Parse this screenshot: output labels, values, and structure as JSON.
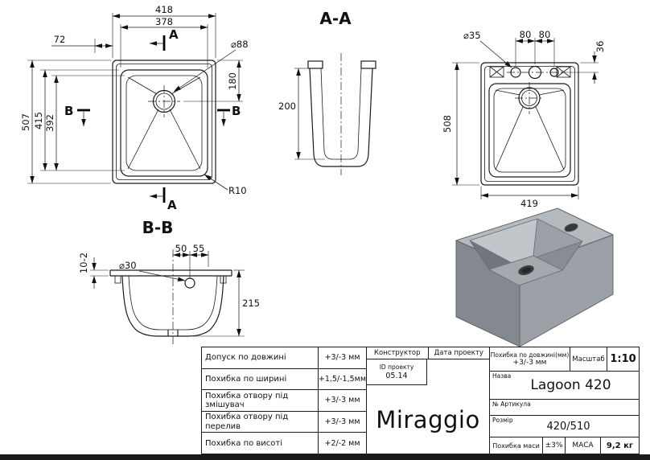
{
  "colors": {
    "line": "#1a1a1a",
    "render_light": "#b5babe",
    "render_mid": "#9ba1a6",
    "render_dark": "#83898e",
    "drain_dark": "#3a3f43"
  },
  "views": {
    "top": {
      "dim_418": "418",
      "dim_378": "378",
      "dim_72": "72",
      "dia_drain": "⌀88",
      "dim_180": "180",
      "dim_507": "507",
      "dim_415": "415",
      "dim_392": "392",
      "radius": "R10",
      "marker_a": "A",
      "marker_b": "B"
    },
    "aa": {
      "title": "A-A",
      "dim_200": "200"
    },
    "plan2": {
      "dia_faucet": "⌀35",
      "dim_80_left": "80",
      "dim_80_right": "80",
      "dim_36": "36",
      "dim_508": "508",
      "dim_419": "419"
    },
    "bb": {
      "title": "B-B",
      "dim_10": "10-2",
      "dia_overflow": "⌀30",
      "dim_50": "50",
      "dim_55": "55",
      "dim_215": "215"
    }
  },
  "title_block": {
    "tolerances": [
      {
        "label": "Допуск по довжині",
        "value": "+3/-3 мм"
      },
      {
        "label": "Похибка по ширині",
        "value": "+1,5/-1,5мм"
      },
      {
        "label": "Похибка отвору під змішувач",
        "value": "+3/-3 мм"
      },
      {
        "label": "Похибка отвору під перелив",
        "value": "+3/-3 мм"
      },
      {
        "label": "Похибка по висоті",
        "value": "+2/-2 мм"
      }
    ],
    "constructor_label": "Конструктор",
    "date_label": "Дата проекту",
    "project_id_label": "ID проекту",
    "project_id_value": "05.14",
    "brand": "Miraggio",
    "length_tol_label": "Похибка по довжині(мм)",
    "length_tol_value": "+3/-3 мм",
    "scale_label": "Масштаб",
    "scale_value": "1:10",
    "name_label": "Назва",
    "name_value": "Lagoon 420",
    "article_label": "№ Артикула",
    "size_label": "Розмір",
    "size_value": "420/510",
    "mass_tol_label": "Похибка маси",
    "mass_tol_value": "±3%",
    "mass_label": "МАСА",
    "mass_value": "9,2 кг"
  }
}
